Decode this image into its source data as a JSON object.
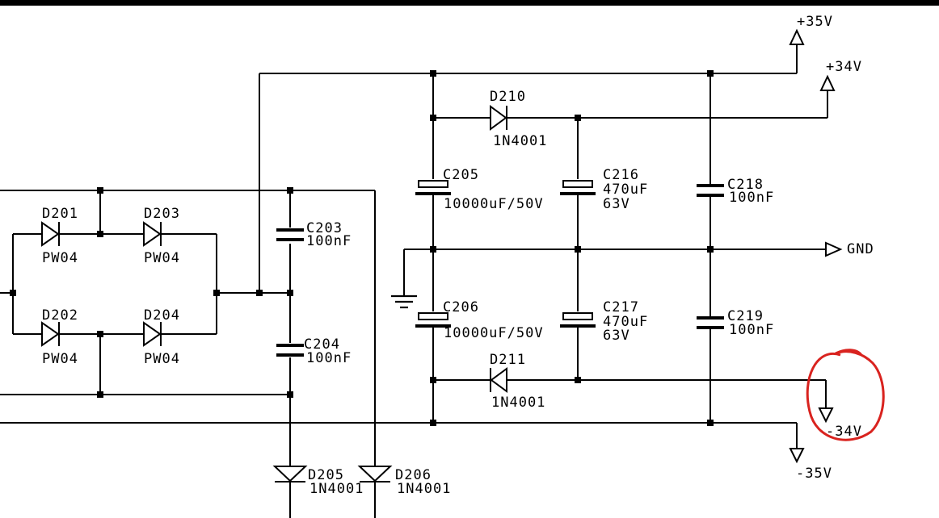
{
  "diagram": {
    "colors": {
      "ink": "#000000",
      "annotation": "#d9231f",
      "background": "#ffffff"
    },
    "rails": {
      "plus35": "+35V",
      "plus34": "+34V",
      "gnd": "GND",
      "minus34": "-34V",
      "minus35": "-35V"
    },
    "components": [
      {
        "ref": "D201",
        "value": "PW04"
      },
      {
        "ref": "D203",
        "value": "PW04"
      },
      {
        "ref": "D202",
        "value": "PW04"
      },
      {
        "ref": "D204",
        "value": "PW04"
      },
      {
        "ref": "C203",
        "value": "100nF"
      },
      {
        "ref": "C204",
        "value": "100nF"
      },
      {
        "ref": "C205",
        "value": "10000uF/50V"
      },
      {
        "ref": "C206",
        "value": "10000uF/50V"
      },
      {
        "ref": "C216",
        "value": "470uF",
        "value2": "63V"
      },
      {
        "ref": "C217",
        "value": "470uF",
        "value2": "63V"
      },
      {
        "ref": "C218",
        "value": "100nF"
      },
      {
        "ref": "C219",
        "value": "100nF"
      },
      {
        "ref": "D210",
        "value": "1N4001"
      },
      {
        "ref": "D211",
        "value": "1N4001"
      },
      {
        "ref": "D205",
        "value": "1N4001"
      },
      {
        "ref": "D206",
        "value": "1N4001"
      }
    ]
  }
}
